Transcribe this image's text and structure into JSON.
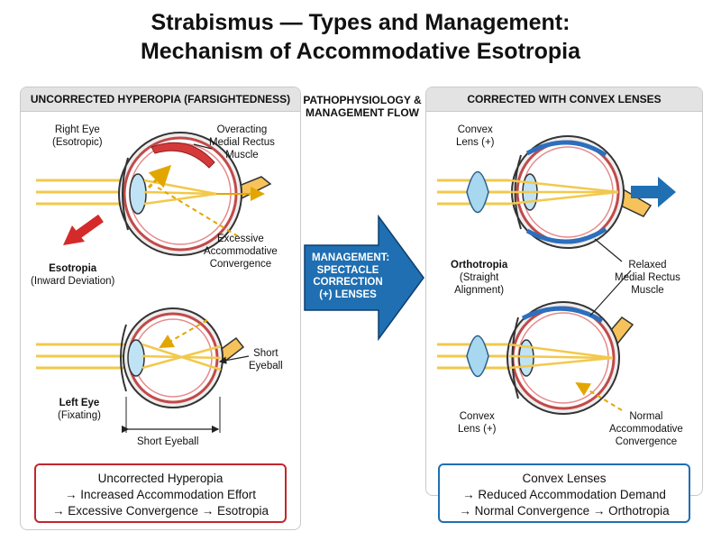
{
  "title": {
    "line1": "Strabismus — Types and Management:",
    "line2": "Mechanism of Accommodative Esotropia"
  },
  "left_panel": {
    "heading": "UNCORRECTED HYPEROPIA (FARSIGHTEDNESS)",
    "right_eye": [
      "Right Eye",
      "(Esotropic)"
    ],
    "overacting": [
      "Overacting",
      "Medial Rectus",
      "Muscle"
    ],
    "esotropia": [
      "Esotropia",
      "(Inward Deviation)"
    ],
    "excessive": [
      "Excessive",
      "Accommodative",
      "Convergence"
    ],
    "short_eyeball_side": [
      "Short",
      "Eyeball"
    ],
    "left_eye": [
      "Left Eye",
      "(Fixating)"
    ],
    "short_eyeball_bottom": "Short Eyeball",
    "summary": [
      "Uncorrected Hyperopia",
      "→ Increased Accommodation Effort",
      "→ Excessive Convergence → Esotropia"
    ]
  },
  "middle": {
    "heading": [
      "PATHOPHYSIOLOGY &",
      "MANAGEMENT FLOW"
    ],
    "arrow_text": [
      "MANAGEMENT:",
      "SPECTACLE",
      "CORRECTION",
      "(+) LENSES"
    ]
  },
  "right_panel": {
    "heading": "CORRECTED WITH CONVEX LENSES",
    "lens_top": [
      "Convex",
      "Lens (+)"
    ],
    "orthotropia": [
      "Orthotropia",
      "(Straight",
      "Alignment)"
    ],
    "relaxed": [
      "Relaxed",
      "Medial Rectus",
      "Muscle"
    ],
    "lens_bottom": [
      "Convex",
      "Lens (+)"
    ],
    "normal": [
      "Normal",
      "Accommodative",
      "Convergence"
    ],
    "summary": [
      "Convex Lenses",
      "→ Reduced Accommodation Demand",
      "→ Normal Convergence → Orthotropia"
    ]
  },
  "colors": {
    "red_box": "#c0272d",
    "blue_box": "#1f6fb2",
    "light_ray": "#f2c94c",
    "muscle_red": "#d43a3a",
    "muscle_blue": "#2d6fbd",
    "arrow_blue": "#1f6fb2"
  }
}
